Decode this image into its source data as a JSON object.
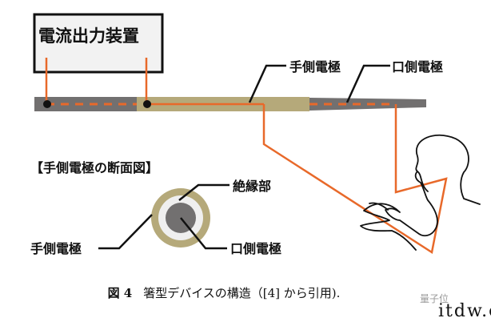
{
  "device_box": {
    "label": "電流出力装置"
  },
  "labels": {
    "hand_electrode": "手側電極",
    "mouth_electrode": "口側電極",
    "cross_section_title": "【手側電極の断面図】",
    "insulation": "絶縁部",
    "cs_hand_electrode": "手側電極",
    "cs_mouth_electrode": "口側電極"
  },
  "caption": {
    "figure_label": "図 4",
    "text": "箸型デバイスの構造（[4] から引用)."
  },
  "watermark": {
    "brand": "量子位",
    "domain": "itdw.cn"
  },
  "colors": {
    "wire": "#e8692a",
    "mouth_electrode": "#727070",
    "hand_electrode": "#b5a97a",
    "insulation": "#efefef",
    "device_box_fill": "#f2f2f2"
  }
}
